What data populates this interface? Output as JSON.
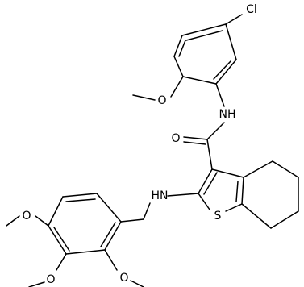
{
  "atoms": {
    "cl": "Cl",
    "nh_amide": "NH",
    "o_carbonyl": "O",
    "o_methoxy_top": "O",
    "nh_amine": "HN",
    "s": "S",
    "o_methoxy_1": "O",
    "o_methoxy_2": "O",
    "o_methoxy_3": "O"
  },
  "colors": {
    "bond": "#000000",
    "label": "#000000",
    "background": "#ffffff"
  }
}
